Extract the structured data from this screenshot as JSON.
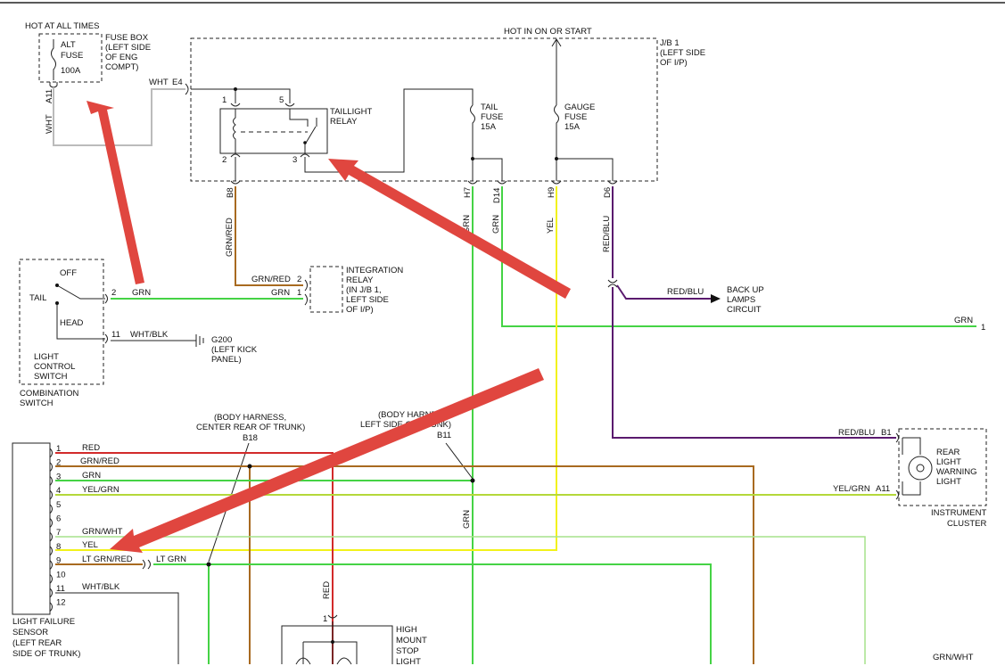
{
  "components": {
    "fuse_box": {
      "header": "HOT AT ALL TIMES",
      "fuse": [
        "ALT",
        "FUSE",
        "100A"
      ],
      "label": [
        "FUSE BOX",
        "(LEFT SIDE",
        "OF ENG",
        "COMPT)"
      ],
      "pin": "A11",
      "wire": "WHT"
    },
    "jb1": {
      "header": "HOT IN ON OR START",
      "label": [
        "J/B 1",
        "(LEFT SIDE",
        "OF I/P)"
      ],
      "input_wire": "WHT",
      "input_pin": "E4"
    },
    "taillight_relay": {
      "label": [
        "TAILLIGHT",
        "RELAY"
      ],
      "pins": [
        "1",
        "5",
        "2",
        "3"
      ]
    },
    "tail_fuse": {
      "label": [
        "TAIL",
        "FUSE",
        "15A"
      ]
    },
    "gauge_fuse": {
      "label": [
        "GAUGE",
        "FUSE",
        "15A"
      ]
    },
    "jb_pins": {
      "b8": "B8",
      "h7": "H7",
      "d14": "D14",
      "h9": "H9",
      "d6": "D6"
    },
    "wires": {
      "grn_red": "GRN/RED",
      "grn": "GRN",
      "yel": "YEL",
      "red_blu": "RED/BLU",
      "wht_blk": "WHT/BLK",
      "red": "RED",
      "yel_grn": "YEL/GRN",
      "grn_wht": "GRN/WHT",
      "lt_grn_red": "LT GRN/RED",
      "lt_grn": "LT GRN"
    },
    "integration_relay": {
      "label": [
        "INTEGRATION",
        "RELAY",
        "(IN J/B 1,",
        "LEFT SIDE",
        "OF I/P)"
      ],
      "pin_top": "2",
      "pin_bottom": "1"
    },
    "light_control_switch": {
      "positions": [
        "OFF",
        "TAIL",
        "HEAD"
      ],
      "label": [
        "LIGHT",
        "CONTROL",
        "SWITCH"
      ],
      "group": [
        "COMBINATION",
        "SWITCH"
      ],
      "pin_2": "2",
      "pin_11": "11"
    },
    "ground": {
      "label": [
        "G200",
        "(LEFT KICK",
        "PANEL)"
      ]
    },
    "backup_lamps": {
      "label": [
        "BACK UP",
        "LAMPS",
        "CIRCUIT"
      ]
    },
    "grn_out": {
      "pin": "1"
    },
    "splice_b18": {
      "label": [
        "(BODY HARNESS,",
        "CENTER REAR OF TRUNK)",
        "B18"
      ]
    },
    "splice_b11": {
      "label": [
        "(BODY HARNESS,",
        "LEFT SIDE OF TRUNK)",
        "B11"
      ]
    },
    "light_failure_sensor": {
      "pins": [
        "1",
        "2",
        "3",
        "4",
        "5",
        "6",
        "7",
        "8",
        "9",
        "10",
        "11",
        "12"
      ],
      "label": [
        "LIGHT FAILURE",
        "SENSOR",
        "(LEFT REAR",
        "SIDE OF TRUNK)"
      ]
    },
    "instrument_cluster": {
      "pin_b1": "B1",
      "pin_a11": "A11",
      "lamp": [
        "REAR",
        "LIGHT",
        "WARNING",
        "LIGHT"
      ],
      "label": [
        "INSTRUMENT",
        "CLUSTER"
      ]
    },
    "high_mount": {
      "pin": "1",
      "label": [
        "HIGH",
        "MOUNT",
        "STOP",
        "LIGHT"
      ]
    }
  },
  "colors": {
    "grn": "#45d345",
    "yel": "#f2f21a",
    "red": "#d22a2a",
    "grn_red": "#a86a20",
    "yel_grn": "#b4d83a",
    "grn_wht": "#a6e28c",
    "red_blu": "#5a1a6e",
    "wht": "#bbbbbb",
    "arrow": "#e0463f"
  }
}
